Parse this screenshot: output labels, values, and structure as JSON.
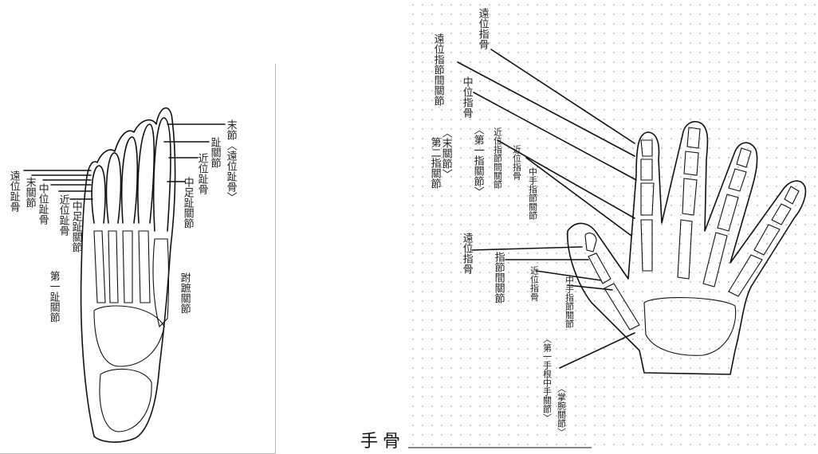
{
  "foot": {
    "labels": {
      "distal_phalanx_end": "末節〈遠位趾骨〉",
      "toe_joint": "趾關節",
      "proximal_phalanx": "近位趾骨",
      "metatarsophalangeal_joint": "中足趾關節",
      "lisfranc_joint": "跗蹠關節",
      "distal_phalanx_left": "遠位趾骨",
      "end_joint": "末關節",
      "middle_phalanx": "中位趾骨",
      "first_toe_joint": "第一趾關節",
      "proximal_phalanx_left": "近位趾骨",
      "metatarsophalangeal_joint_left": "中足趾關節"
    }
  },
  "hand": {
    "caption": "手骨",
    "labels": {
      "distal_phalanx_top": "遠位指骨",
      "dip_joint": "遠位指節間關節",
      "end_joint": "〈末關節〉",
      "second_joint": "第二指關節",
      "middle_phalanx": "中位指骨",
      "first_joint": "〈第一指關節〉",
      "pip_joint": "近位指節間關節",
      "proximal_phalanx": "近位指骨",
      "mcp_joint": "中手指節關節",
      "thumb_distal": "遠位指骨",
      "thumb_ip_joint": "指節間關節",
      "thumb_proximal": "近位指骨",
      "thumb_mcp": "中手指節關節",
      "cmc_joint": "〈第一手根中手關節〉",
      "cmc_joint_alt": "〈掌腕關節〉"
    }
  }
}
